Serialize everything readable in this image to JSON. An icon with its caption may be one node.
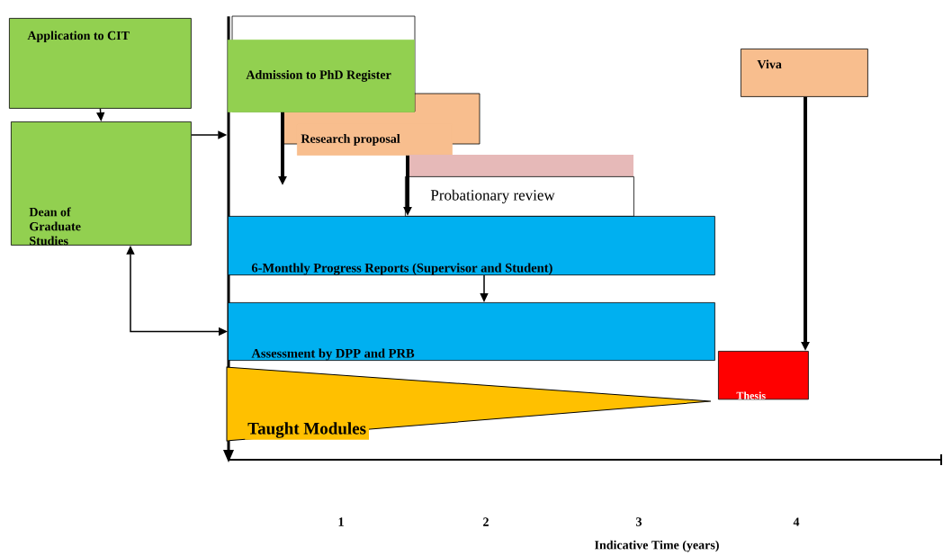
{
  "diagram": {
    "nodes": [
      {
        "text": [
          "Application to CIT"
        ]
      },
      {
        "text": [
          "Dean of Graduate Studies"
        ]
      },
      {
        "text": [
          "Admission to PhD Register"
        ]
      },
      {
        "text": [
          "Research proposal"
        ]
      },
      {
        "text": [
          "Probationary review"
        ]
      },
      {
        "text": [
          "6-Monthly Progress Reports (Supervisor and Student)"
        ]
      },
      {
        "text": [
          "Assessment by DPP and PRB"
        ]
      },
      {
        "text": [
          "Taught Modules"
        ]
      },
      {
        "text": [
          "Thesis"
        ]
      },
      {
        "text": [
          "Viva"
        ]
      },
      {
        "text": [],
        "shape": "bar"
      }
    ],
    "edges": [
      {
        "from": 0,
        "to": 1,
        "arrow": "to"
      },
      {
        "from": 1,
        "to": 10,
        "arrow": "to"
      },
      {
        "from": 2,
        "to": null,
        "arrow": "to",
        "style": "thick"
      },
      {
        "from": 3,
        "to": 5,
        "arrow": "to",
        "style": "thick"
      },
      {
        "from": 5,
        "to": 6,
        "arrow": "to"
      },
      {
        "from": 1,
        "to": 6,
        "arrow": "both"
      },
      {
        "from": 9,
        "to": 8,
        "arrow": "to",
        "style": "thick"
      }
    ],
    "labels": [
      "1",
      "2",
      "3",
      "4",
      "Indicative Time (years)"
    ]
  }
}
